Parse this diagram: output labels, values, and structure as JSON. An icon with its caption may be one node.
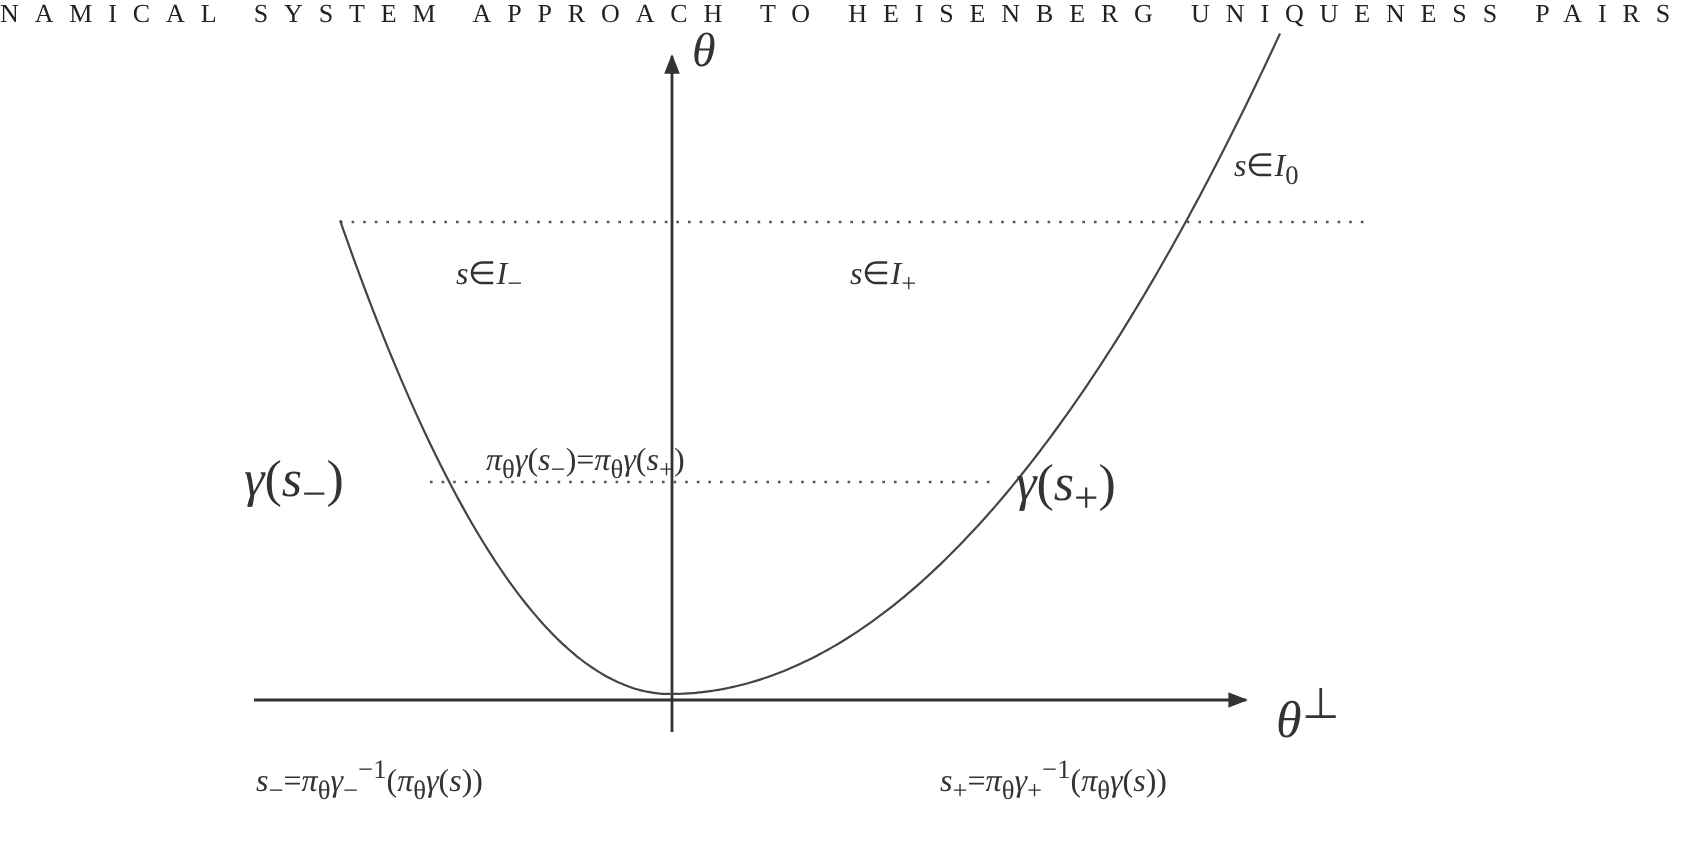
{
  "diagram": {
    "title": "NAMICAL SYSTEM APPROACH TO HEISENBERG UNIQUENESS PAIRS",
    "labels": [
      "*θ*",
      "*s*∈*I*$_{0}$",
      "*s*∈*I*$_{−}$",
      "*s*∈*I*$_{+}$",
      "*γ*(*s*$_{−}$)",
      "*π*$_{θ}$*γ*(*s*$_{−}$)=*π*$_{θ}$*γ*(*s*$_{+}$)",
      "*γ*(*s*$_{+}$)",
      "*θ*$^{⊥}$",
      "*s*$_{−}$=*π*$_{θ}$*γ*$_{−}$$^{−1}$(*π*$_{θ}$*γ*(*s*))",
      "*s*$_{+}$=*π*$_{θ}$*γ*$_{+}$$^{−1}$(*π*$_{θ}$*γ*(*s*))"
    ]
  }
}
